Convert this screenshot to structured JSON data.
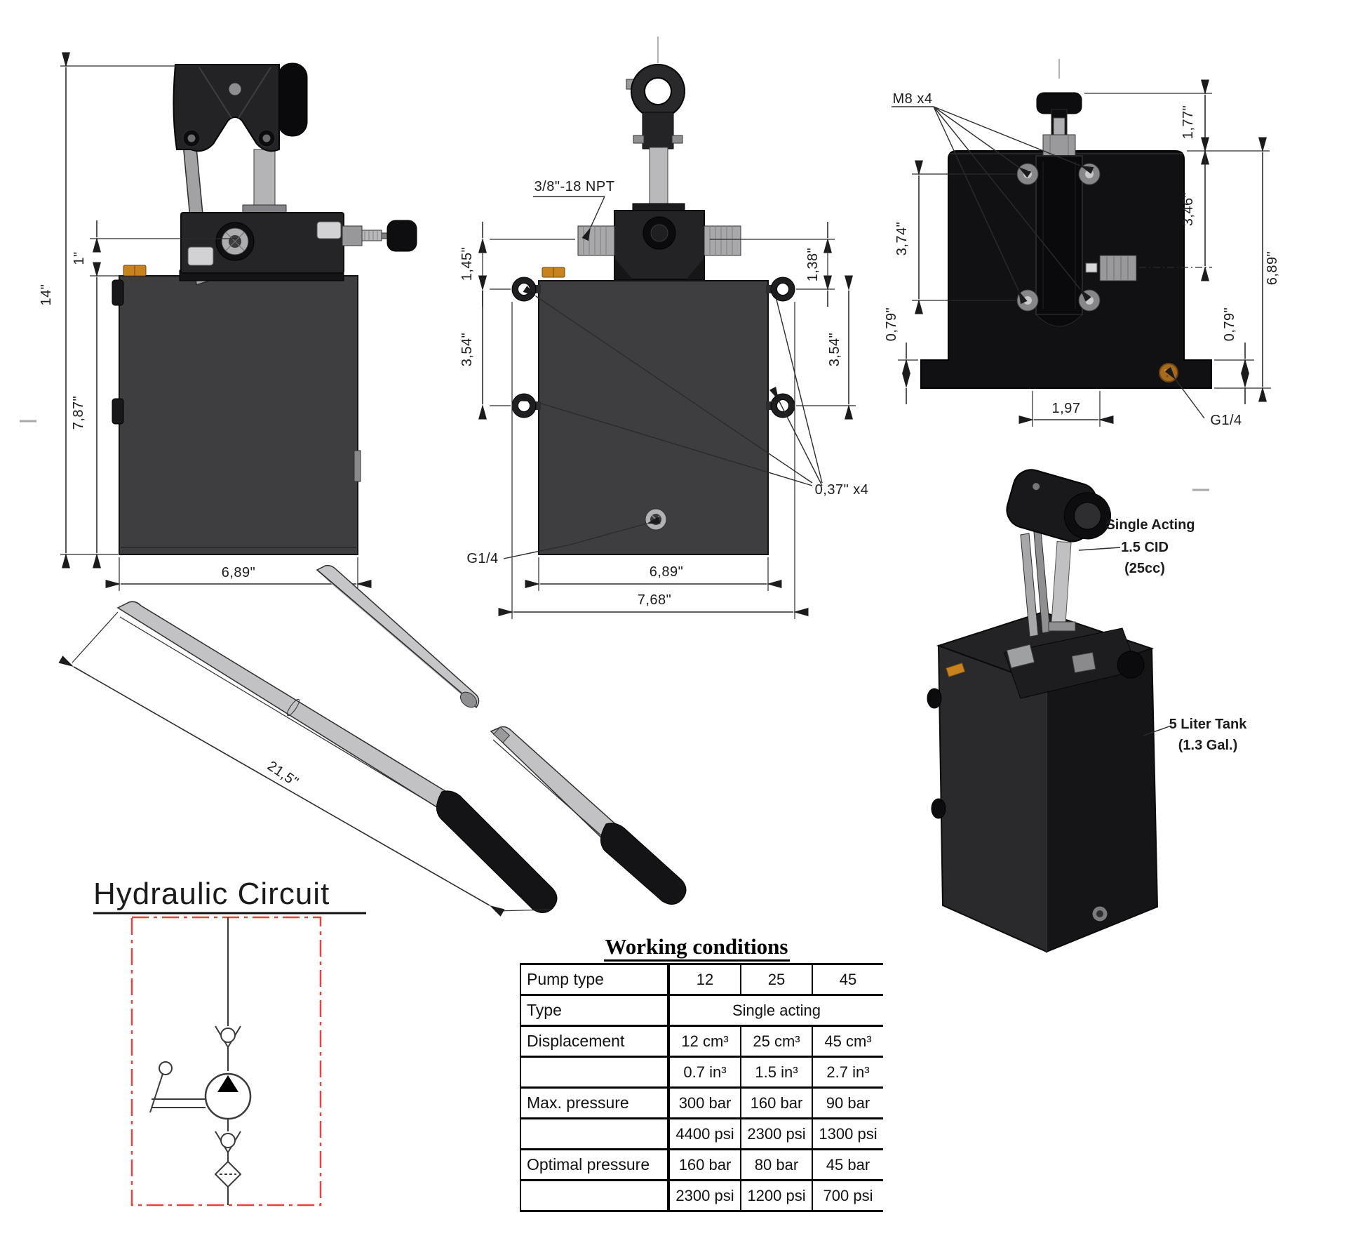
{
  "drawing": {
    "front_view": {
      "dim_height": "14\"",
      "dim_head": "1\"",
      "dim_tank_height": "7,87\"",
      "dim_width": "6,89\""
    },
    "side_view": {
      "port_label": "3/8\"-18 NPT",
      "dim_port_to_eyebolt": "1,45\"",
      "dim_eyebolt_spacing_left": "3,54\"",
      "dim_port_right": "1,38\"",
      "dim_eyebolt_spacing_right": "3,54\"",
      "dim_eyebolt_holes": "0,37\" x4",
      "drain_label": "G1/4",
      "dim_width": "6,89\"",
      "dim_overall_width": "7,68\""
    },
    "rear_view": {
      "bolts_label": "M8 x4",
      "dim_knob_height": "1,77\"",
      "dim_port_depth": "3,46\"",
      "dim_bolt_spacing": "3,74\"",
      "dim_plate_height": "6,89\"",
      "dim_foot_left": "0,79\"",
      "dim_foot_right": "0,79\"",
      "dim_pump_width": "1,97",
      "port_label": "G1/4"
    },
    "handle": {
      "dim_length": "21,5\""
    },
    "iso_view": {
      "pump_line1": "Single Acting",
      "pump_line2": "1.5 CID",
      "pump_line3": "(25cc)",
      "tank_line1": "5 Liter Tank",
      "tank_line2": "(1.3 Gal.)"
    }
  },
  "circuit": {
    "title": "Hydraulic Circuit"
  },
  "working_conditions": {
    "title": "Working conditions",
    "rows": [
      {
        "label": "Pump type",
        "v1": "12",
        "v2": "25",
        "v3": "45"
      },
      {
        "label": "Type",
        "span": "Single acting"
      },
      {
        "label": "Displacement",
        "v1": "12 cm³",
        "v2": "25 cm³",
        "v3": "45 cm³"
      },
      {
        "label": "",
        "v1": "0.7 in³",
        "v2": "1.5 in³",
        "v3": "2.7 in³"
      },
      {
        "label": "Max. pressure",
        "v1": "300 bar",
        "v2": "160 bar",
        "v3": "90 bar"
      },
      {
        "label": "",
        "v1": "4400 psi",
        "v2": "2300 psi",
        "v3": "1300 psi"
      },
      {
        "label": "Optimal pressure",
        "v1": "160 bar",
        "v2": "80 bar",
        "v3": "45 bar"
      },
      {
        "label": "",
        "v1": "2300 psi",
        "v2": "1200 psi",
        "v3": "700 psi"
      }
    ]
  }
}
